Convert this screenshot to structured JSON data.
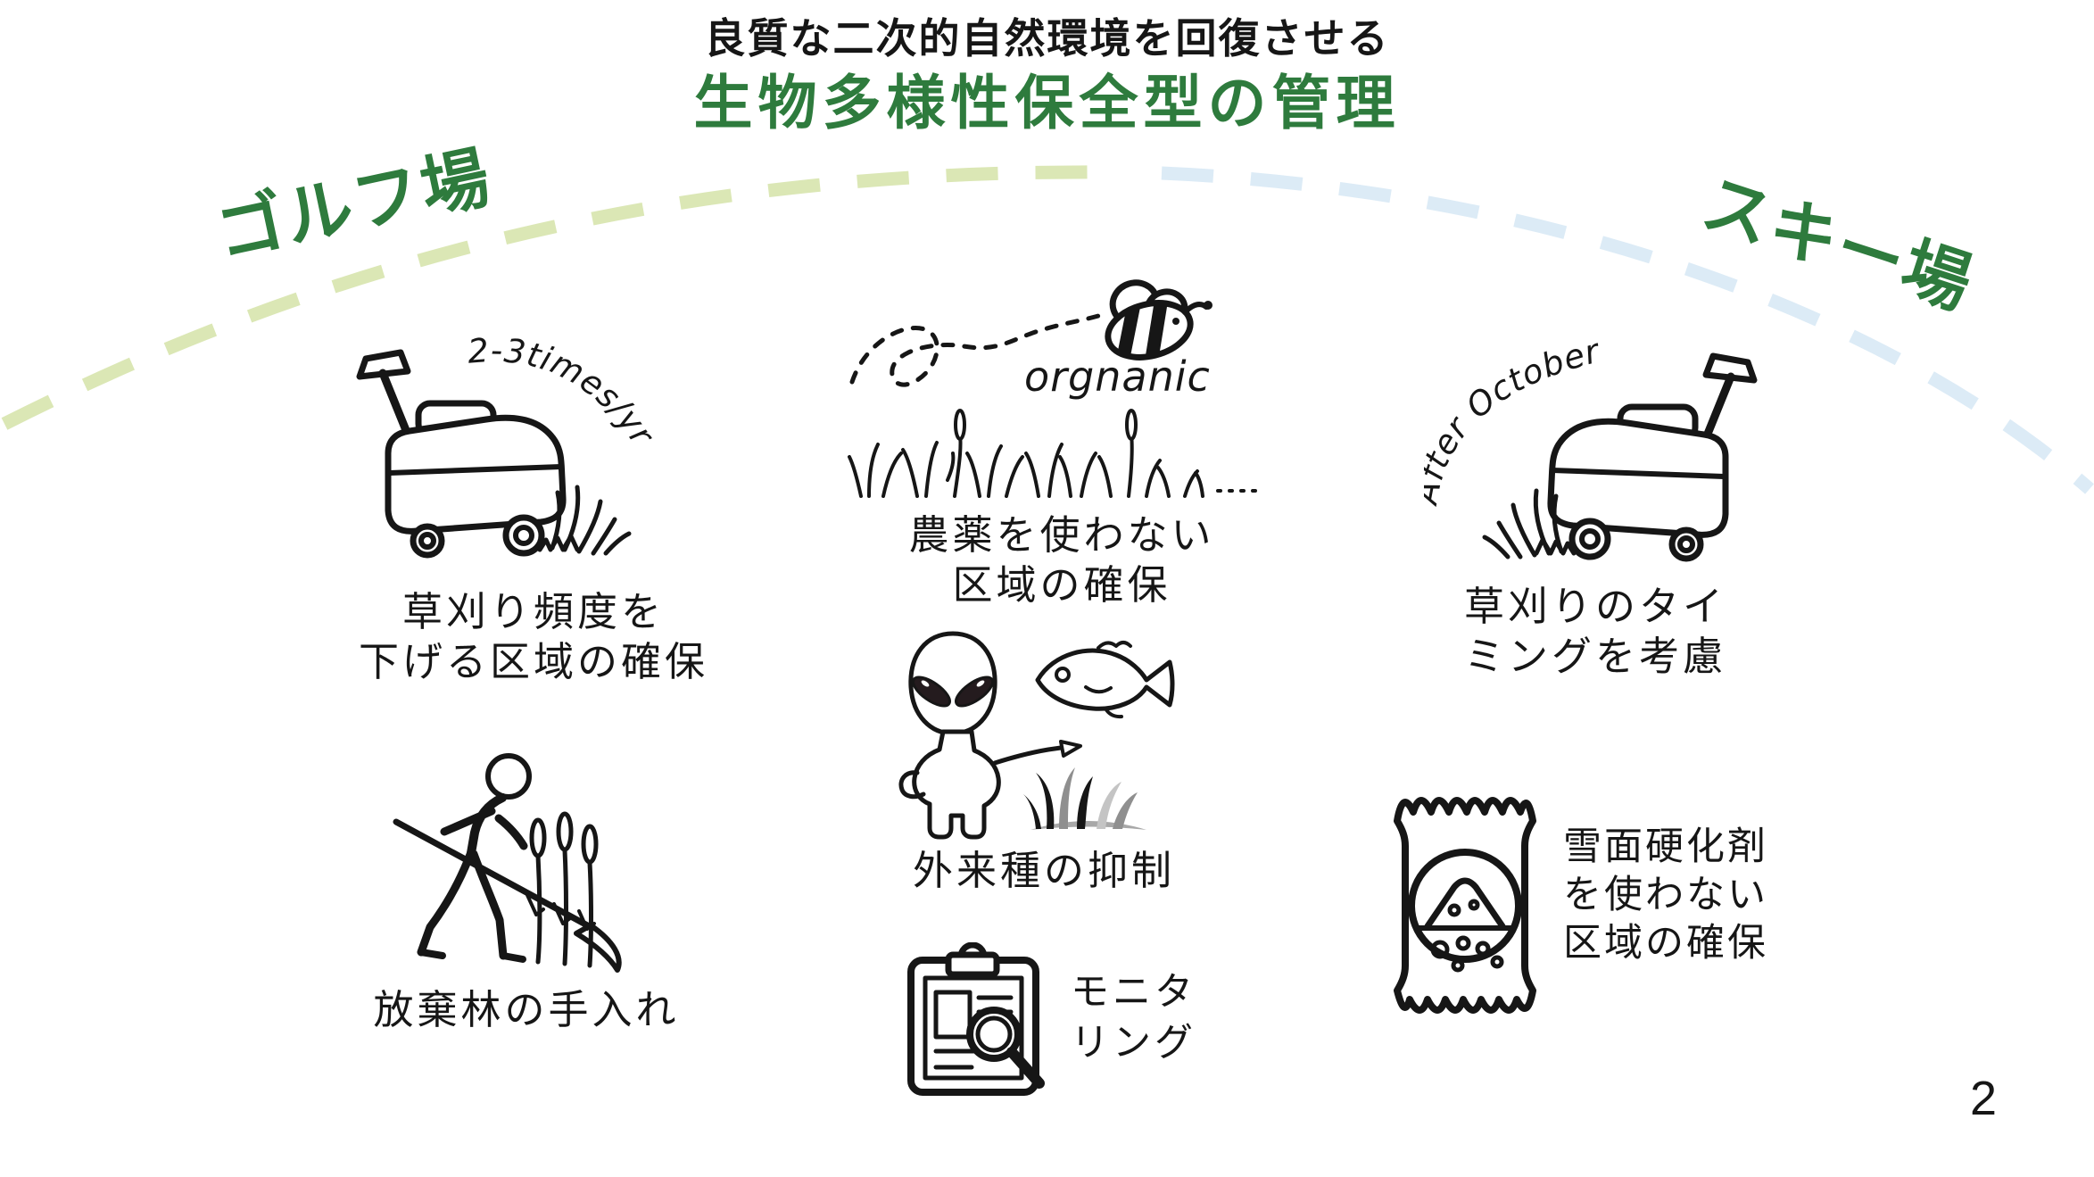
{
  "colors": {
    "green": "#2e7b3d",
    "arc_green": "#dbe7b5",
    "arc_blue": "#dcebf6",
    "ink": "#161616"
  },
  "title": {
    "subtitle": "良質な二次的自然環境を回復させる",
    "main": "生物多様性保全型の管理"
  },
  "areas": {
    "golf": "ゴルフ場",
    "ski": "スキー場"
  },
  "golf_items": {
    "mowing_frequency": {
      "note": "2-3times/yr",
      "line1": "草刈り頻度を",
      "line2": "下げる区域の確保"
    },
    "abandoned_forest": {
      "caption": "放棄林の手入れ"
    }
  },
  "shared_items": {
    "no_pesticide": {
      "note": "orgnanic",
      "line1": "農薬を使わない",
      "line2": "区域の確保"
    },
    "invasive_species": {
      "caption": "外来種の抑制"
    },
    "monitoring": {
      "line1": "モニタ",
      "line2": "リング"
    }
  },
  "ski_items": {
    "mowing_timing": {
      "note": "After October",
      "line1": "草刈りのタイ",
      "line2": "ミングを考慮"
    },
    "no_snow_hardener": {
      "line1": "雪面硬化剤",
      "line2": "を使わない",
      "line3": "区域の確保"
    }
  },
  "page": {
    "number": "2"
  }
}
